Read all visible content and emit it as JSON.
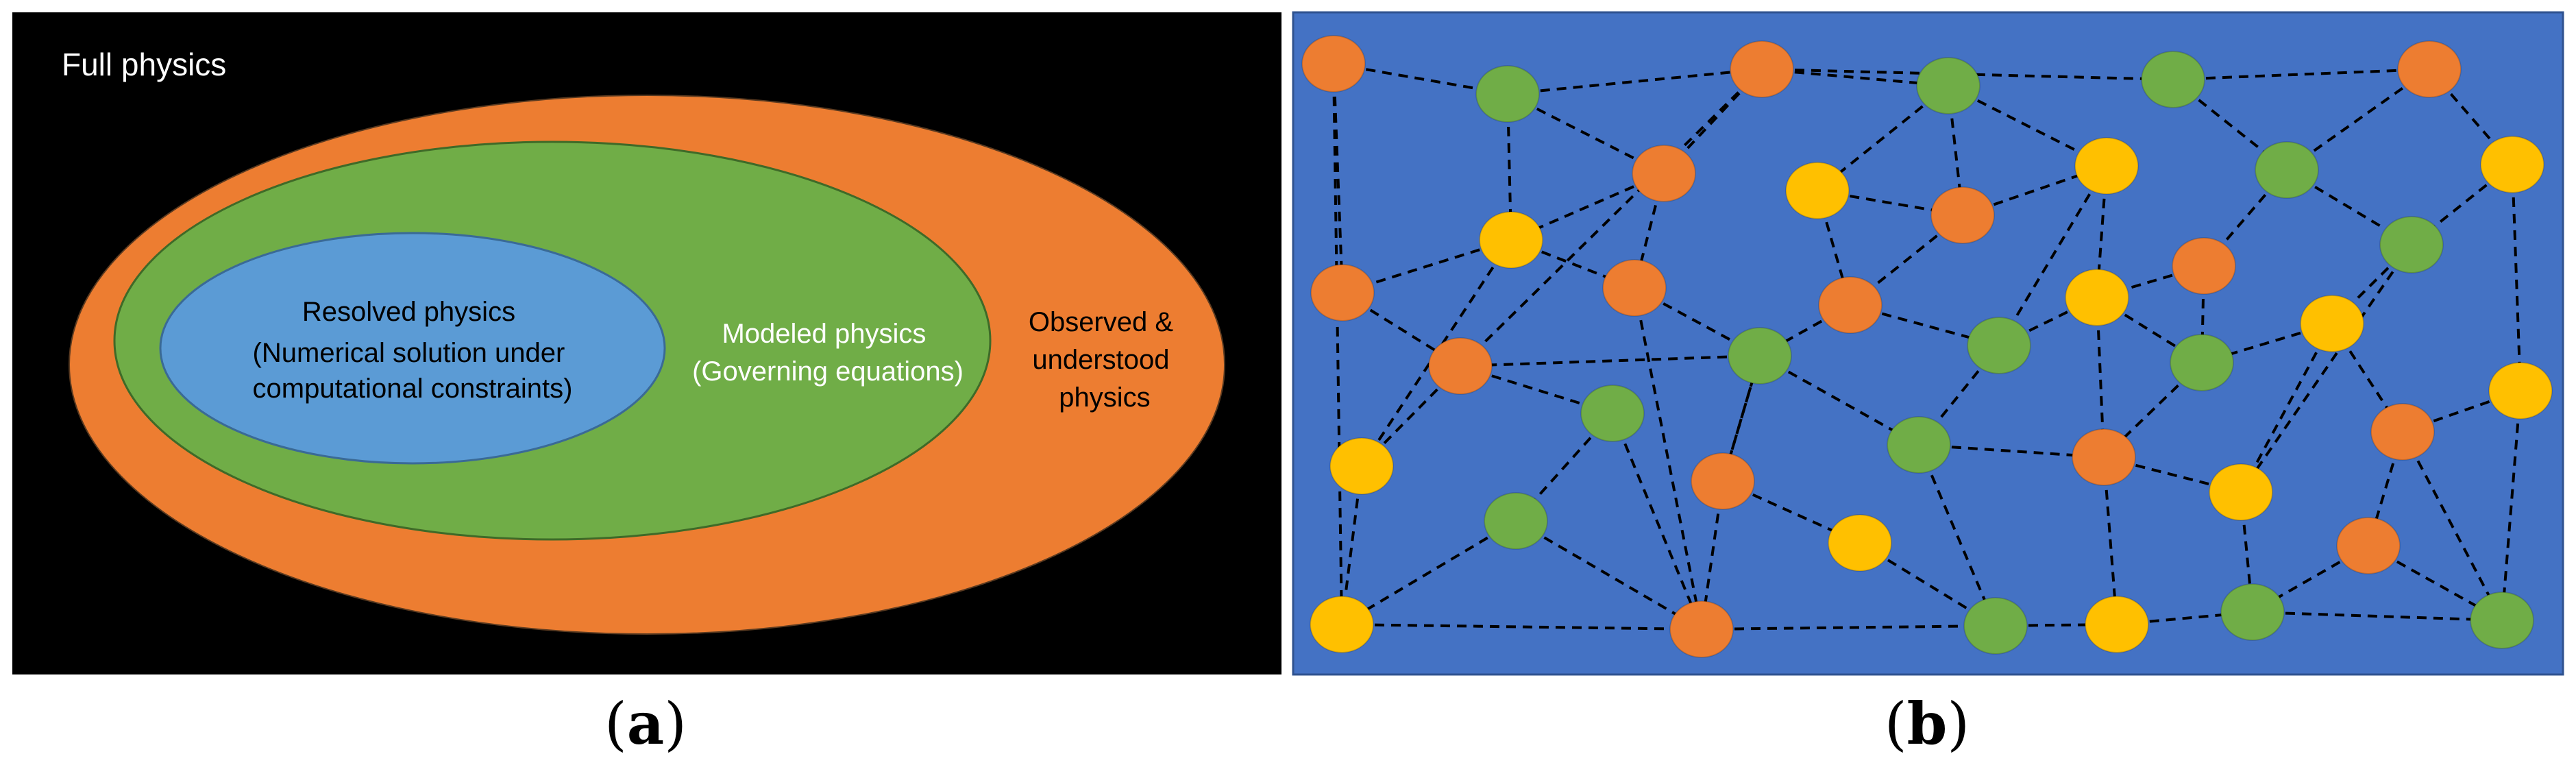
{
  "colors": {
    "panel_a_background": "#000000",
    "observed_fill": "#ED7D31",
    "modeled_fill": "#70AD47",
    "resolved_fill": "#5B9BD5",
    "panel_b_background": "#4472C4",
    "node_orange": "#ED7D31",
    "node_green": "#70AD47",
    "node_yellow": "#FFC000",
    "edge": "#000000"
  },
  "panel_a": {
    "full_physics_label": "Full physics",
    "observed": {
      "lines": [
        "Observed &",
        "understood",
        "physics"
      ]
    },
    "modeled": {
      "lines": [
        "Modeled physics",
        "(Governing equations)"
      ]
    },
    "resolved": {
      "lines": [
        "Resolved physics",
        "(Numerical solution under",
        "computational constraints)"
      ]
    },
    "caption": {
      "open": "(",
      "letter": "a",
      "close": ")"
    }
  },
  "panel_b": {
    "caption": {
      "open": "(",
      "letter": "b",
      "close": ")"
    }
  }
}
